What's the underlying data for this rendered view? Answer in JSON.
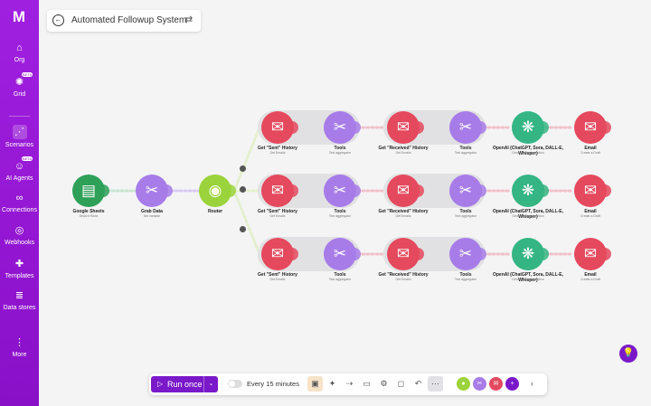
{
  "app": {
    "logo": "M"
  },
  "sidebar": {
    "items": [
      {
        "label": "Org",
        "icon": "home-icon",
        "glyph": "⌂"
      },
      {
        "label": "Grid",
        "icon": "grid-icon",
        "glyph": "✺",
        "badge": "BETA"
      },
      {
        "label": "Scenarios",
        "icon": "share-icon",
        "glyph": "⋰"
      },
      {
        "label": "AI Agents",
        "icon": "agent-icon",
        "glyph": "☺",
        "badge": "BETA"
      },
      {
        "label": "Connections",
        "icon": "link-icon",
        "glyph": "∞"
      },
      {
        "label": "Webhooks",
        "icon": "globe-icon",
        "glyph": "◎"
      },
      {
        "label": "Templates",
        "icon": "puzzle-icon",
        "glyph": "✚"
      },
      {
        "label": "Data stores",
        "icon": "database-icon",
        "glyph": "≣"
      },
      {
        "label": "More",
        "icon": "more-icon",
        "glyph": "⋮"
      }
    ]
  },
  "scenario": {
    "title": "Automated Followup System"
  },
  "colors": {
    "purple": "#9b1bd6",
    "red": "#e5495d",
    "tools": "#a77ce8",
    "green_openai": "#34b583",
    "router": "#9ad33b",
    "sheets": "#2ea058"
  },
  "nodes": {
    "sheets": {
      "label": "Google Sheets",
      "sub": "Search Rows",
      "icon": "google-sheets-icon"
    },
    "grab": {
      "label": "Grab Data",
      "sub": "Set variable",
      "icon": "tools-icon"
    },
    "router": {
      "label": "Router",
      "sub": "",
      "icon": "router-icon"
    },
    "rows": [
      {
        "n1": "Get \"Sent\" History",
        "s1": "Get Emails",
        "n2": "Tools",
        "s2": "Text aggregator",
        "n3": "Get \"Received\" History",
        "s3": "Get Emails",
        "n4": "Tools",
        "s4": "Text aggregator",
        "n5": "OpenAI (ChatGPT, Sora, DALL-E, Whisper)",
        "s5": "Generate a completion",
        "n6": "Email",
        "s6": "Create a Draft"
      },
      {
        "n1": "Get \"Sent\" History",
        "s1": "Get Emails",
        "n2": "Tools",
        "s2": "Text aggregator",
        "n3": "Get \"Received\" History",
        "s3": "Get Emails",
        "n4": "Tools",
        "s4": "Text aggregator",
        "n5": "OpenAI (ChatGPT, Sora, DALL-E, Whisper)",
        "s5": "Generate a completion",
        "n6": "Email",
        "s6": "Create a Draft"
      },
      {
        "n1": "Get \"Sent\" History",
        "s1": "Get Emails",
        "n2": "Tools",
        "s2": "Text aggregator",
        "n3": "Get \"Received\" History",
        "s3": "Get Emails",
        "n4": "Tools",
        "s4": "Text aggregator",
        "n5": "OpenAI (ChatGPT, Sora, DALL-E, Whisper)",
        "s5": "Generate a completion",
        "n6": "Email",
        "s6": "Create a Draft"
      }
    ]
  },
  "toolbar": {
    "run_label": "Run once",
    "schedule": "Every 15 minutes",
    "icons": [
      "save-icon",
      "magic-wand-icon",
      "flow-icon",
      "notes-icon",
      "settings-icon",
      "draft-icon",
      "undo-icon",
      "more-icon"
    ]
  }
}
